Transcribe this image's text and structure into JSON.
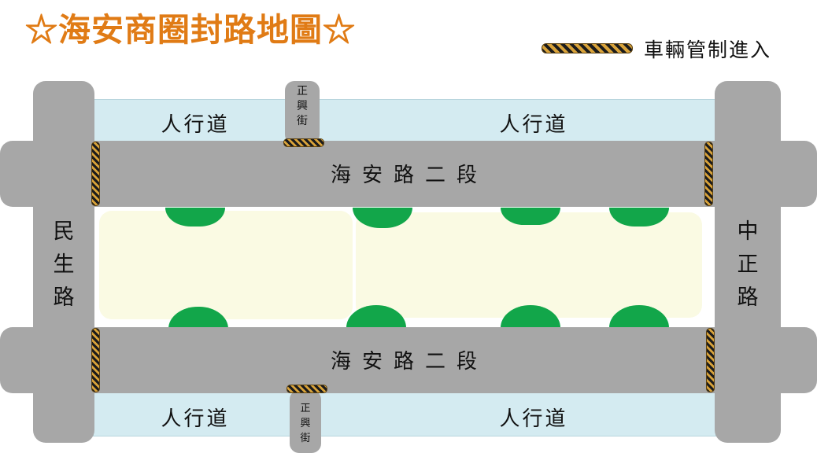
{
  "title": "☆海安商圈封路地圖☆",
  "legend": {
    "label": "車輛管制進入"
  },
  "roads": {
    "main_top": "海安路二段",
    "main_bottom": "海安路二段",
    "left": [
      "民",
      "生",
      "路"
    ],
    "right": [
      "中",
      "正",
      "路"
    ]
  },
  "alley": {
    "top": [
      "正",
      "興",
      "街"
    ],
    "bottom": [
      "正",
      "興",
      "街"
    ]
  },
  "sidewalks": {
    "top_left": "人行道",
    "top_right": "人行道",
    "bottom_left": "人行道",
    "bottom_right": "人行道"
  },
  "colors": {
    "title": "#e07b15",
    "road": "#a7a7a7",
    "sidewalk": "#d4ebf1",
    "block": "#fafae3",
    "tree": "#12a64a",
    "barrier_dark": "#1c1c1c",
    "barrier_light": "#d9a33a"
  }
}
